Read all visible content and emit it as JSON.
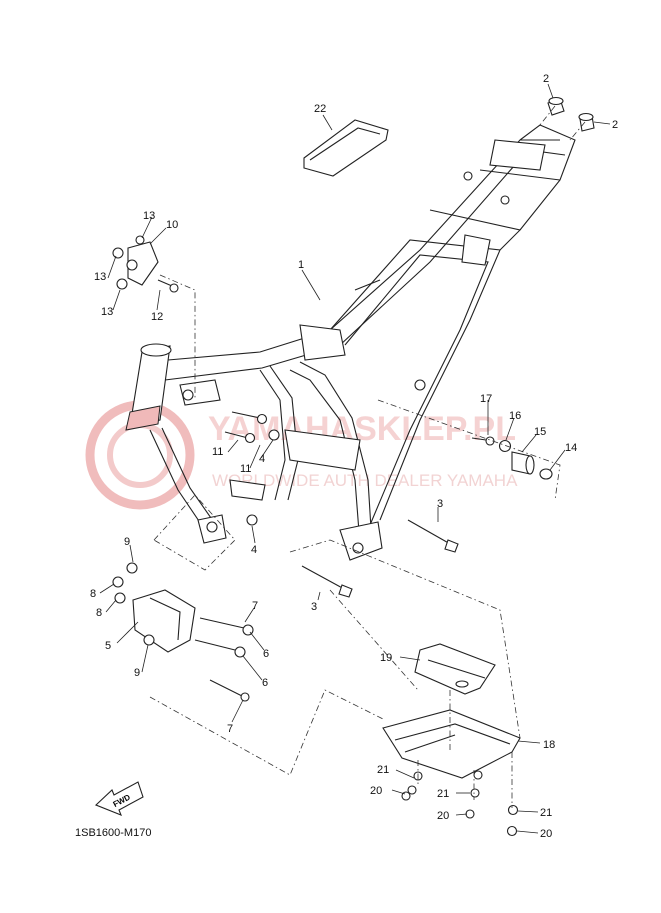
{
  "diagram": {
    "code": "1SB1600-M170",
    "fwd_label": "FWD",
    "watermark": {
      "text": "YAMAHASKLEP.PL",
      "subtitle": "WORLDWIDE AUTH DEALER YAMAHA",
      "color": "#e8a3a3"
    },
    "callouts": {
      "c1": "1",
      "c2a": "2",
      "c2b": "2",
      "c3a": "3",
      "c3b": "3",
      "c4a": "4",
      "c4b": "4",
      "c5": "5",
      "c6a": "6",
      "c6b": "6",
      "c7a": "7",
      "c7b": "7",
      "c8a": "8",
      "c8b": "8",
      "c9a": "9",
      "c9b": "9",
      "c10": "10",
      "c11a": "11",
      "c11b": "11",
      "c12": "12",
      "c13a": "13",
      "c13b": "13",
      "c13c": "13",
      "c14": "14",
      "c15": "15",
      "c16": "16",
      "c17": "17",
      "c18": "18",
      "c19": "19",
      "c20a": "20",
      "c20b": "20",
      "c20c": "20",
      "c21a": "21",
      "c21b": "21",
      "c21c": "21",
      "c22": "22"
    }
  }
}
